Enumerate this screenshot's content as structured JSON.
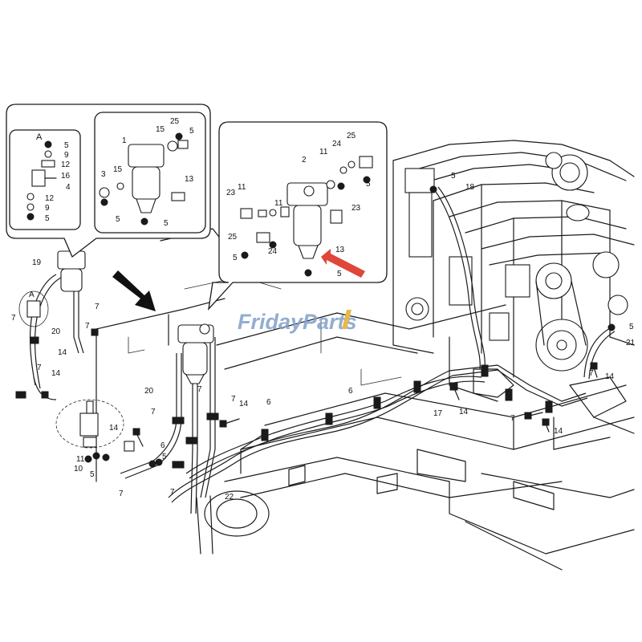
{
  "watermark": {
    "text": "FridayParts",
    "color": "#7f9fc9"
  },
  "highlight_arrow_color": "#e0463a",
  "detail_callout_left": {
    "inset_label": "A",
    "inset_part_numbers": [
      "5",
      "9",
      "12",
      "16",
      "4",
      "12",
      "9",
      "5"
    ],
    "part_numbers": [
      "1",
      "15",
      "25",
      "5",
      "3",
      "15",
      "13",
      "5",
      "5"
    ]
  },
  "detail_callout_right": {
    "part_numbers": [
      "2",
      "11",
      "24",
      "25",
      "5",
      "23",
      "11",
      "11",
      "23",
      "25",
      "5",
      "24",
      "13",
      "5"
    ]
  },
  "left_filter_assembly": {
    "part_numbers": [
      "19",
      "A",
      "7",
      "20",
      "7",
      "14",
      "7",
      "14",
      "7"
    ]
  },
  "main_view": {
    "part_numbers": [
      "5",
      "18",
      "5",
      "21",
      "7",
      "14",
      "6",
      "6",
      "17",
      "14",
      "7",
      "14",
      "20",
      "7",
      "14",
      "6",
      "7",
      "7",
      "14",
      "5",
      "11",
      "10",
      "5",
      "7",
      "7",
      "22"
    ]
  },
  "part_shapes": {
    "arrow_view_direction": "arrow-down-right",
    "highlight_arrow": "red-arrow"
  }
}
